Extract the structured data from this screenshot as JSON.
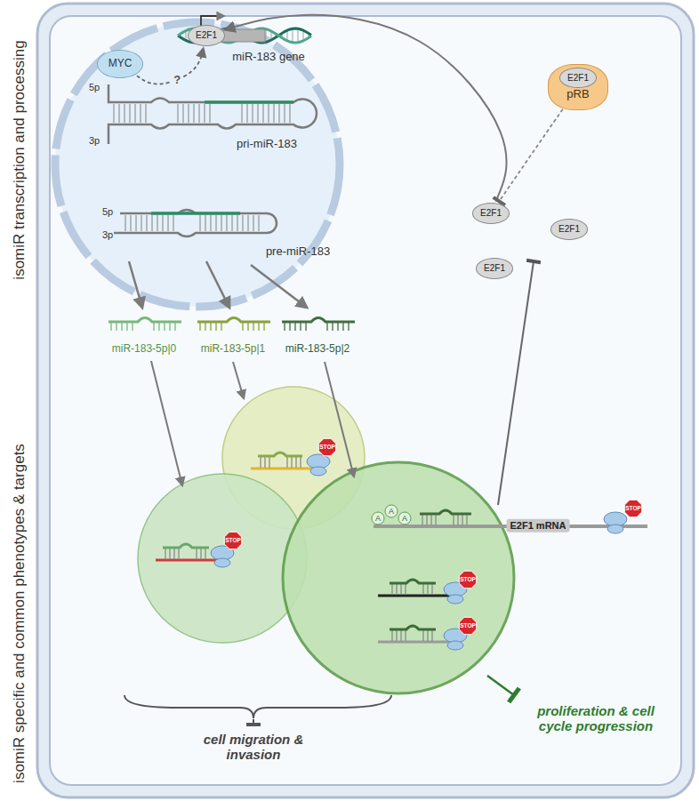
{
  "diagram": {
    "nodes": [
      {
        "text": [
          "MYC"
        ]
      },
      {
        "text": [
          "E2F1"
        ]
      },
      {
        "text": [
          "pRB"
        ]
      },
      {
        "text": [
          "E2F1"
        ],
        "in": 2
      },
      {
        "text": [
          "E2F1"
        ]
      },
      {
        "text": [
          "E2F1"
        ]
      },
      {
        "text": [
          "E2F1"
        ]
      }
    ],
    "edges": [
      {
        "from": 0,
        "to": 1,
        "label": "?",
        "arrow": "to"
      },
      {
        "from": 4,
        "to": 1,
        "arrow": "to"
      },
      {
        "from": 2,
        "to": 4,
        "arrow": "to"
      }
    ],
    "labels": [
      "isomiR transcription and processing",
      "isomiR specific and common phenotypes & targets",
      "miR-183 gene",
      "5p",
      "3p",
      "pri-miR-183",
      "5p",
      "3p",
      "pre-miR-183",
      "miR-183-5p|0",
      "miR-183-5p|1",
      "miR-183-5p|2",
      "E2F1 mRNA",
      "A",
      "A",
      "A",
      "STOP",
      "STOP",
      "STOP",
      "STOP",
      "STOP",
      "cell migration & invasion",
      "proliferation & cell cycle progression"
    ]
  }
}
